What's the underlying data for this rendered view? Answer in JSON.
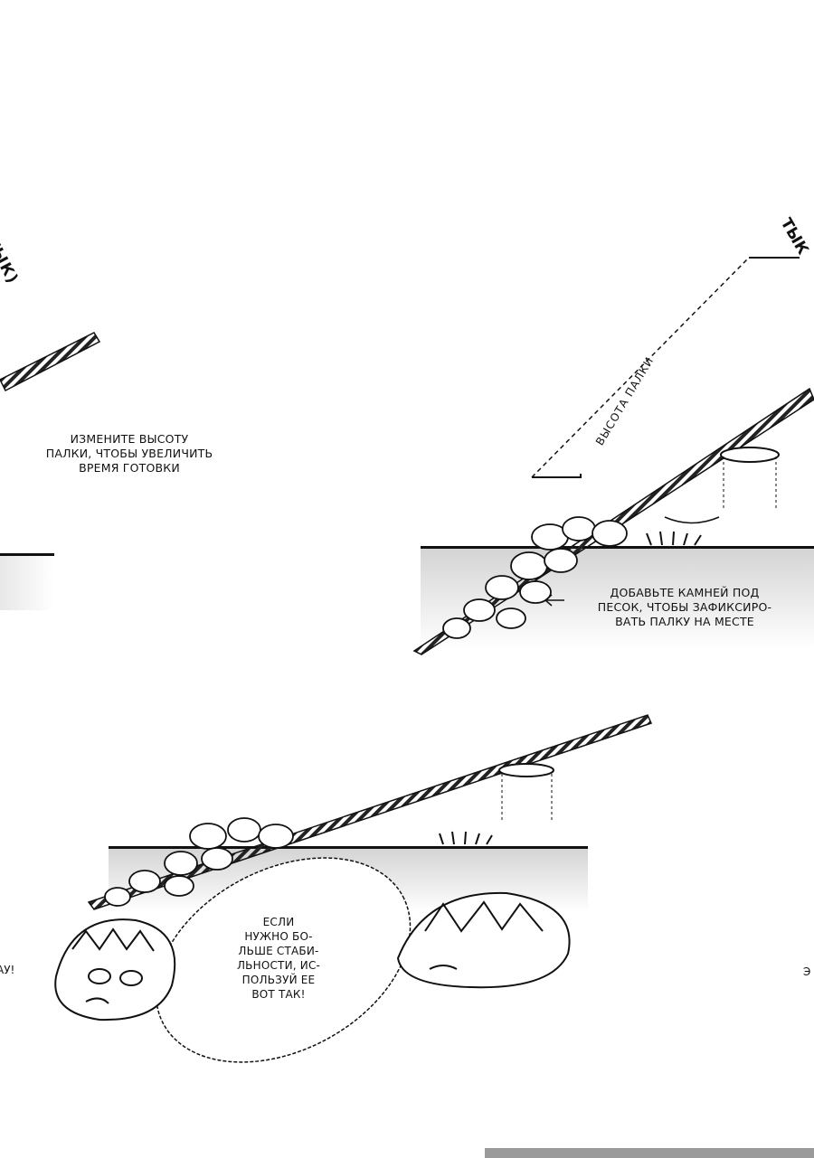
{
  "panels": {
    "top_left": {
      "sfx": "(ТЫК)",
      "caption": "ИЗМЕНИТЕ ВЫСОТУ\nПАЛКИ, ЧТОБЫ УВЕЛИЧИТЬ\nВРЕМЯ ГОТОВКИ"
    },
    "top_right": {
      "sfx": "ТЫК",
      "stick_label": "ВЫСОТА ПАЛКИ",
      "caption": "ДОБАВЬТЕ КАМНЕЙ ПОД\nПЕСОК, ЧТОБЫ ЗАФИКСИРО-\nВАТЬ ПАЛКУ НА МЕСТЕ"
    },
    "bottom": {
      "speech": "ЕСЛИ\nНУЖНО БО-\nЛЬШЕ СТАБИ-\nЛЬНОСТИ, ИС-\nПОЛЬЗУЙ ЕЕ\nВОТ ТАК!",
      "edge_left": "АУ!",
      "edge_right": "Э"
    }
  },
  "colors": {
    "ink": "#111111",
    "sand": "#dcdcdc",
    "paper": "#ffffff"
  }
}
